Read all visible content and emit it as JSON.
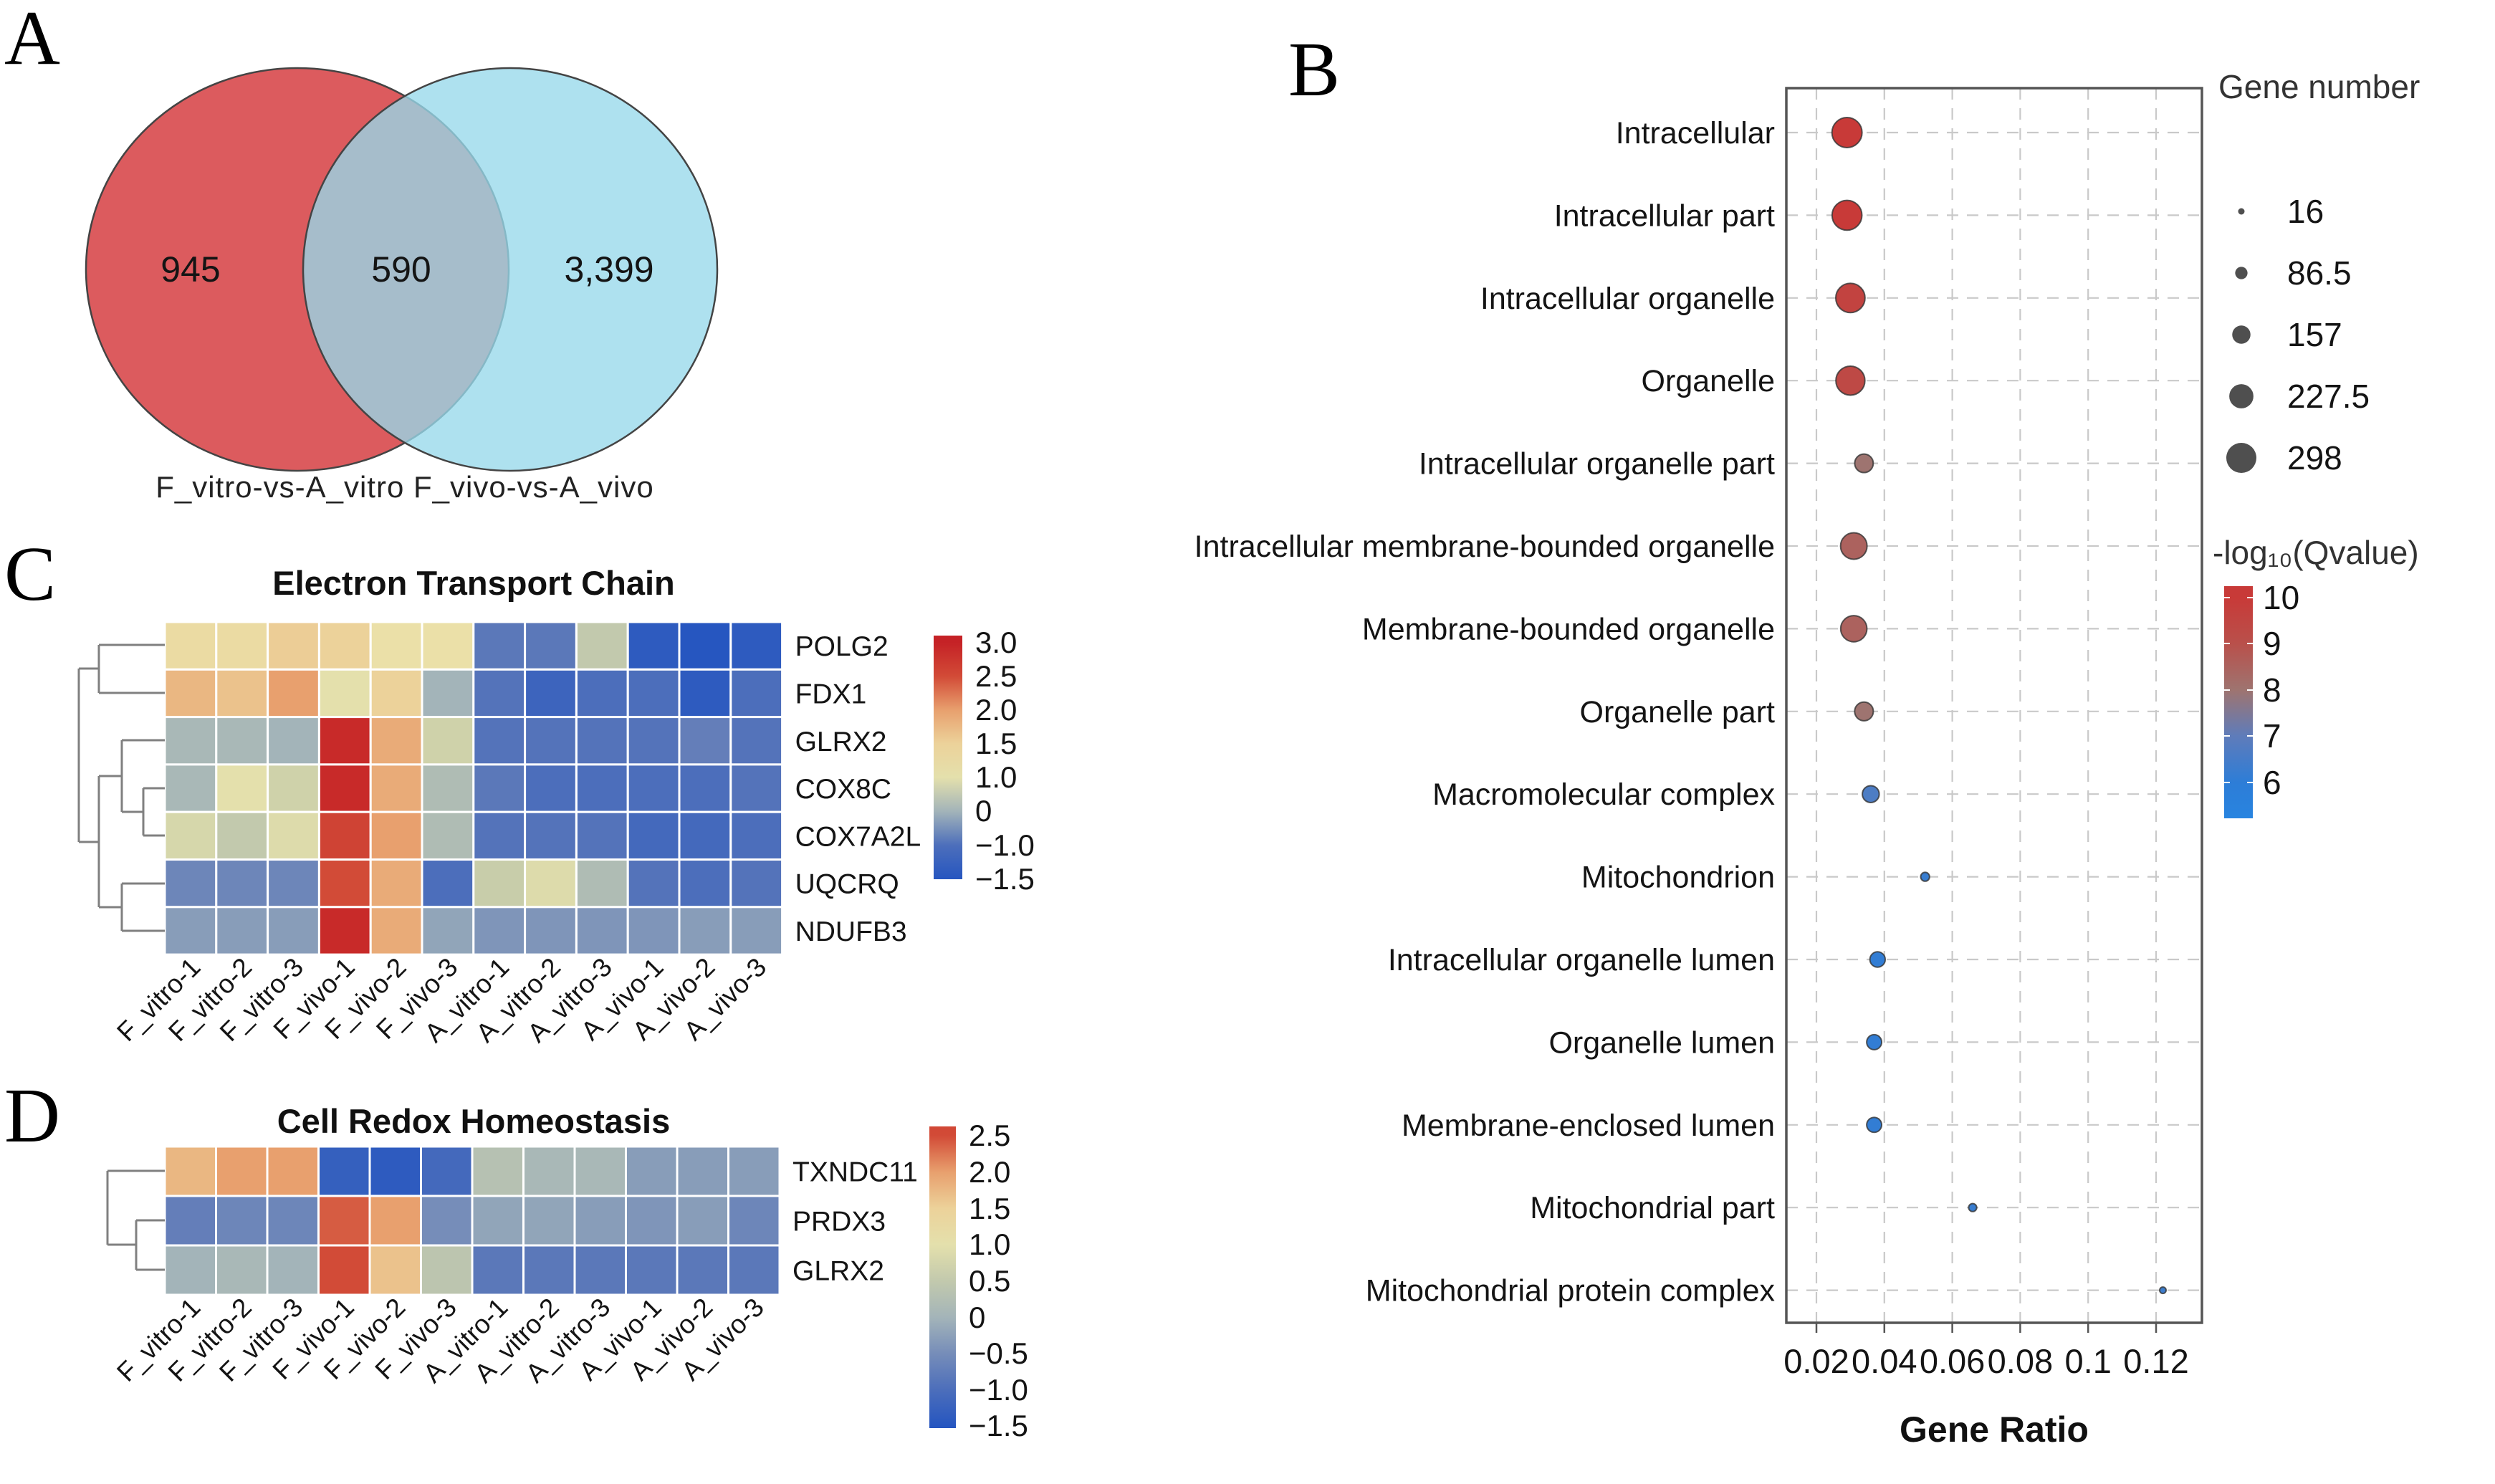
{
  "panels": {
    "a": {
      "letter": "A",
      "caption": "F_vitro-vs-A_vitro F_vivo-vs-A_vivo"
    },
    "b": {
      "letter": "B",
      "xlabel": "Gene Ratio",
      "legend_size_title": "Gene number",
      "legend_color_title": "-log₁₀(Qvalue)"
    },
    "c": {
      "letter": "C",
      "title": "Electron Transport Chain"
    },
    "d": {
      "letter": "D",
      "title": "Cell Redox Homeostasis"
    }
  },
  "colors": {
    "venn_left": "#dc5b5e",
    "venn_right": "#97d8eb",
    "venn_overlap_blend_alpha": 0.78,
    "dot_gray": "#4f4f4f",
    "grid": "#c9c9c9",
    "frame": "#555555",
    "dendrogram": "#808080",
    "heat_stops": [
      [
        -1.5,
        38,
        86,
        192
      ],
      [
        -0.75,
        95,
        122,
        185
      ],
      [
        0,
        163,
        180,
        185
      ],
      [
        0.6,
        200,
        205,
        170
      ],
      [
        1.1,
        235,
        229,
        172
      ],
      [
        1.6,
        236,
        205,
        150
      ],
      [
        2.0,
        232,
        160,
        110
      ],
      [
        2.5,
        210,
        75,
        55
      ],
      [
        3.0,
        197,
        34,
        38
      ]
    ],
    "q_stops": [
      [
        6,
        45,
        125,
        215
      ],
      [
        6.5,
        72,
        125,
        198
      ],
      [
        7,
        95,
        124,
        186
      ],
      [
        7.5,
        125,
        120,
        150
      ],
      [
        8,
        158,
        116,
        112
      ],
      [
        9,
        185,
        80,
        75
      ],
      [
        10,
        200,
        58,
        56
      ]
    ]
  },
  "chart_data": [
    {
      "id": "venn",
      "type": "venn",
      "panel": "A",
      "sets": [
        {
          "label": "F_vitro-vs-A_vitro",
          "value": 945,
          "display": "945"
        },
        {
          "label": "F_vivo-vs-A_vivo",
          "value": 3399,
          "display": "3,399"
        }
      ],
      "overlap": {
        "value": 590,
        "display": "590"
      },
      "caption": "F_vitro-vs-A_vitro F_vivo-vs-A_vivo"
    },
    {
      "id": "go_dotplot",
      "type": "scatter",
      "panel": "B",
      "xlabel": "Gene Ratio",
      "xlim": [
        0.011,
        0.133
      ],
      "x_tick_values": [
        0.02,
        0.04,
        0.06,
        0.08,
        0.1,
        0.12
      ],
      "x_tick_labels": [
        "0.02",
        "0.04",
        "0.06",
        "0.08",
        "0.1",
        "0.12"
      ],
      "grid": true,
      "categories": [
        "Intracellular",
        "Intracellular part",
        "Intracellular organelle",
        "Organelle",
        "Intracellular organelle part",
        "Intracellular membrane-bounded organelle",
        "Membrane-bounded organelle",
        "Organelle part",
        "Macromolecular complex",
        "Mitochondrion",
        "Intracellular organelle lumen",
        "Organelle lumen",
        "Membrane-enclosed lumen",
        "Mitochondrial part",
        "Mitochondrial protein complex"
      ],
      "gene_ratio": [
        0.029,
        0.029,
        0.03,
        0.03,
        0.034,
        0.031,
        0.031,
        0.034,
        0.036,
        0.052,
        0.038,
        0.037,
        0.037,
        0.066,
        0.122
      ],
      "gene_number": [
        298,
        295,
        288,
        285,
        160,
        255,
        252,
        162,
        140,
        45,
        122,
        118,
        118,
        35,
        16
      ],
      "neg_log10_qvalue": [
        10,
        10,
        9.6,
        9.3,
        8.0,
        8.5,
        8.5,
        8.0,
        6.6,
        6.2,
        6.1,
        6.1,
        6.1,
        6.2,
        6.3
      ],
      "legend_size": {
        "title": "Gene number",
        "values": [
          16,
          86.5,
          157,
          227.5,
          298
        ],
        "labels": [
          "16",
          "86.5",
          "157",
          "227.5",
          "298"
        ]
      },
      "legend_color": {
        "title": "-log₁₀(Qvalue)",
        "tick_values": [
          10,
          9,
          8,
          7,
          6
        ],
        "tick_labels": [
          "10",
          "9",
          "8",
          "7",
          "6"
        ]
      }
    },
    {
      "id": "etc_heatmap",
      "type": "heatmap",
      "panel": "C",
      "title": "Electron Transport Chain",
      "rows": [
        "POLG2",
        "FDX1",
        "GLRX2",
        "COX8C",
        "COX7A2L",
        "UQCRQ",
        "NDUFB3"
      ],
      "columns": [
        "F_vitro-1",
        "F_vitro-2",
        "F_vitro-3",
        "F_vivo-1",
        "F_vivo-2",
        "F_vivo-3",
        "A_vitro-1",
        "A_vitro-2",
        "A_vitro-3",
        "A_vivo-1",
        "A_vivo-2",
        "A_vivo-3"
      ],
      "values": [
        [
          1.3,
          1.3,
          1.6,
          1.5,
          1.2,
          1.2,
          -0.8,
          -0.8,
          0.5,
          -1.4,
          -1.5,
          -1.4
        ],
        [
          1.8,
          1.7,
          2.0,
          1.0,
          1.5,
          0.0,
          -0.9,
          -1.2,
          -1.0,
          -1.0,
          -1.4,
          -1.0
        ],
        [
          0.1,
          0.1,
          0.0,
          2.9,
          1.9,
          0.7,
          -0.9,
          -0.9,
          -0.9,
          -0.9,
          -0.7,
          -0.9
        ],
        [
          0.1,
          1.0,
          0.7,
          2.9,
          1.9,
          0.2,
          -0.8,
          -1.0,
          -1.0,
          -1.0,
          -1.0,
          -0.9
        ],
        [
          0.8,
          0.5,
          0.9,
          2.6,
          2.0,
          0.2,
          -0.9,
          -0.9,
          -0.9,
          -1.1,
          -1.1,
          -1.0
        ],
        [
          -0.6,
          -0.6,
          -0.6,
          2.5,
          1.9,
          -1.0,
          0.6,
          0.9,
          0.2,
          -0.9,
          -1.0,
          -0.9
        ],
        [
          -0.3,
          -0.3,
          -0.3,
          2.9,
          1.9,
          -0.2,
          -0.4,
          -0.4,
          -0.4,
          -0.4,
          -0.3,
          -0.3
        ]
      ],
      "scale": [
        -1.5,
        3.0
      ],
      "colorbar_tick_values": [
        3.0,
        2.5,
        2.0,
        1.5,
        1.0,
        0,
        -1.0,
        -1.5
      ],
      "colorbar_tick_labels": [
        "3.0",
        "2.5",
        "2.0",
        "1.5",
        "1.0",
        "0",
        "−1.0",
        "−1.5"
      ],
      "dendrogram": "rows"
    },
    {
      "id": "redox_heatmap",
      "type": "heatmap",
      "panel": "D",
      "title": "Cell Redox Homeostasis",
      "rows": [
        "TXNDC11",
        "PRDX3",
        "GLRX2"
      ],
      "columns": [
        "F_vitro-1",
        "F_vitro-2",
        "F_vitro-3",
        "F_vivo-1",
        "F_vivo-2",
        "F_vivo-3",
        "A_vitro-1",
        "A_vitro-2",
        "A_vitro-3",
        "A_vivo-1",
        "A_vivo-2",
        "A_vivo-3"
      ],
      "values": [
        [
          1.8,
          2.0,
          2.0,
          -1.3,
          -1.4,
          -1.1,
          0.3,
          0.1,
          0.1,
          -0.3,
          -0.3,
          -0.3
        ],
        [
          -0.7,
          -0.6,
          -0.6,
          2.4,
          2.0,
          -0.5,
          -0.2,
          -0.2,
          -0.3,
          -0.4,
          -0.3,
          -0.6
        ],
        [
          0.0,
          0.1,
          0.0,
          2.5,
          1.7,
          0.4,
          -0.8,
          -0.8,
          -0.8,
          -0.8,
          -0.8,
          -0.8
        ]
      ],
      "scale": [
        -1.5,
        2.5
      ],
      "colorbar_tick_values": [
        2.5,
        2.0,
        1.5,
        1.0,
        0.5,
        0,
        -0.5,
        -1.0,
        -1.5
      ],
      "colorbar_tick_labels": [
        "2.5",
        "2.0",
        "1.5",
        "1.0",
        "0.5",
        "0",
        "−0.5",
        "−1.0",
        "−1.5"
      ],
      "dendrogram": "rows"
    }
  ]
}
